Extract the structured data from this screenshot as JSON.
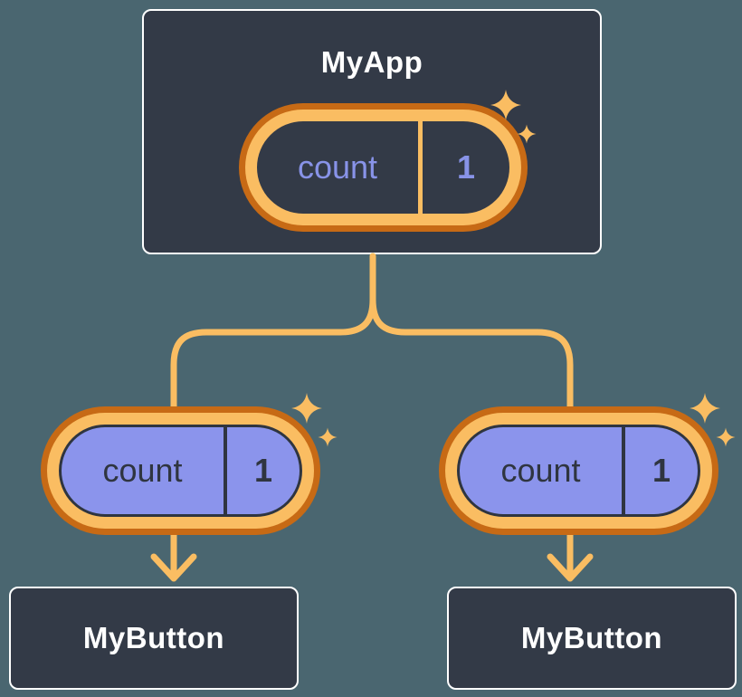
{
  "colors": {
    "background": "#4a6670",
    "node_fill": "#333a47",
    "node_border": "#ffffff",
    "ring_outer": "#c76a15",
    "ring_inner": "#fabd62",
    "connector": "#fabd62",
    "state_fill": "#8b94ec",
    "state_text_light": "#8893e8",
    "state_text_dark": "#2f3540",
    "title_text": "#ffffff"
  },
  "root_node": {
    "title": "MyApp",
    "state": {
      "label": "count",
      "value": "1"
    }
  },
  "child_nodes": [
    {
      "title": "MyButton",
      "prop": {
        "label": "count",
        "value": "1"
      }
    },
    {
      "title": "MyButton",
      "prop": {
        "label": "count",
        "value": "1"
      }
    }
  ]
}
